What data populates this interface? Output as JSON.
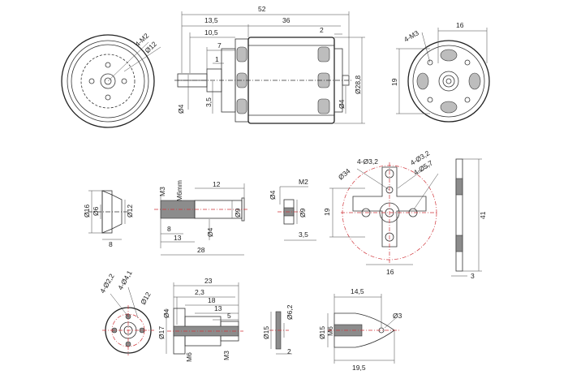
{
  "motor": {
    "front": {
      "c1": "4-M2",
      "c2": "Ø12"
    },
    "side": {
      "d52": "52",
      "d13_5": "13,5",
      "d36": "36",
      "d10_5": "10,5",
      "d2": "2",
      "d7": "7",
      "d1": "1",
      "d3_5": "3,5",
      "d4a": "Ø4",
      "d4b": "Ø4",
      "d28_8": "Ø28,8"
    },
    "back": {
      "c1": "4-M3",
      "d16": "16",
      "d19": "19"
    }
  },
  "adapter": {
    "d16": "Ø16",
    "d6": "Ø6",
    "d12": "Ø12",
    "d8": "8"
  },
  "shaft": {
    "m3": "M3",
    "m6": "M6mm",
    "d12": "12",
    "d9": "Ø9",
    "d8": "8",
    "d13": "13",
    "d4": "Ø4",
    "d28": "28"
  },
  "nut": {
    "d4": "Ø4",
    "m2": "M2",
    "d9": "Ø9",
    "d3_5": "3,5"
  },
  "mount": {
    "c1": "4-Ø3,2",
    "c2": "4-Ø3,2",
    "c3": "4-Ø5,7",
    "d34": "Ø34",
    "d19": "19",
    "d16": "16",
    "d41": "41",
    "d3": "3"
  },
  "hub": {
    "front": {
      "c1": "4-Ø2,2",
      "c2": "4-Ø4,1",
      "c3": "Ø12"
    },
    "side": {
      "d23": "23",
      "d2_3": "2,3",
      "d18": "18",
      "d13": "13",
      "d5": "5",
      "d4": "Ø4",
      "d17": "Ø17",
      "m6": "M6",
      "m3": "M3"
    }
  },
  "washer": {
    "d6_2": "Ø6,2",
    "d15": "Ø15",
    "d2": "2"
  },
  "spinner": {
    "d14_5": "14,5",
    "d15": "Ø15",
    "m6": "M6",
    "d3": "Ø3",
    "d19_5": "19,5"
  }
}
